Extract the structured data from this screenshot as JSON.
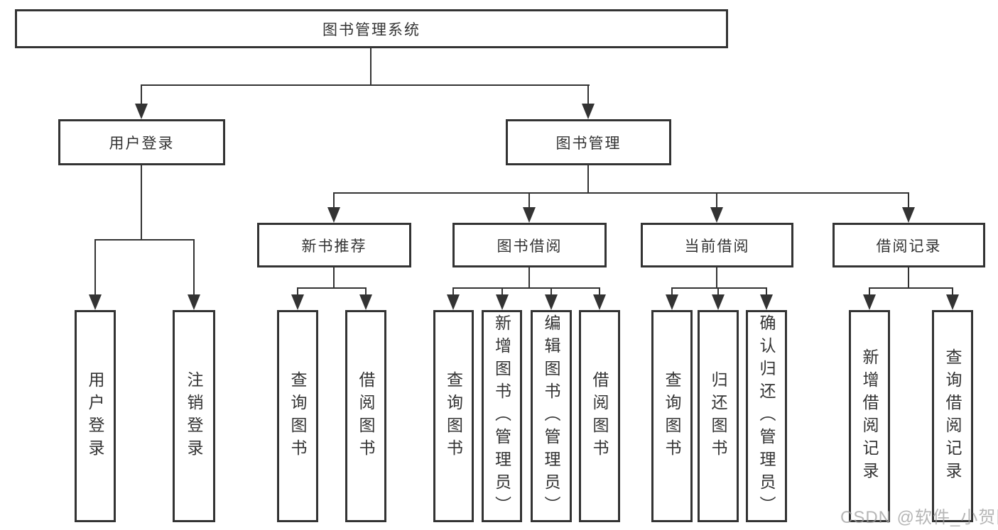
{
  "tree": {
    "root": {
      "label": "图书管理系统",
      "children": [
        {
          "label": "用户登录",
          "children": [
            {
              "label": "用户登录"
            },
            {
              "label": "注销登录"
            }
          ]
        },
        {
          "label": "图书管理",
          "children": [
            {
              "label": "新书推荐",
              "children": [
                {
                  "label": "查询图书"
                },
                {
                  "label": "借阅图书"
                }
              ]
            },
            {
              "label": "图书借阅",
              "children": [
                {
                  "label": "查询图书"
                },
                {
                  "label": "新增图书（管理员）"
                },
                {
                  "label": "编辑图书（管理员）"
                },
                {
                  "label": "借阅图书"
                }
              ]
            },
            {
              "label": "当前借阅",
              "children": [
                {
                  "label": "查询图书"
                },
                {
                  "label": "归还图书"
                },
                {
                  "label": "确认归还（管理员）"
                }
              ]
            },
            {
              "label": "借阅记录",
              "children": [
                {
                  "label": "新增借阅记录"
                },
                {
                  "label": "查询借阅记录"
                }
              ]
            }
          ]
        }
      ]
    }
  },
  "watermark": "CSDN @软件_小贺同学",
  "colors": {
    "line": "#333333",
    "text": "#333333",
    "background": "#ffffff",
    "watermark": "#9e9e9e"
  }
}
